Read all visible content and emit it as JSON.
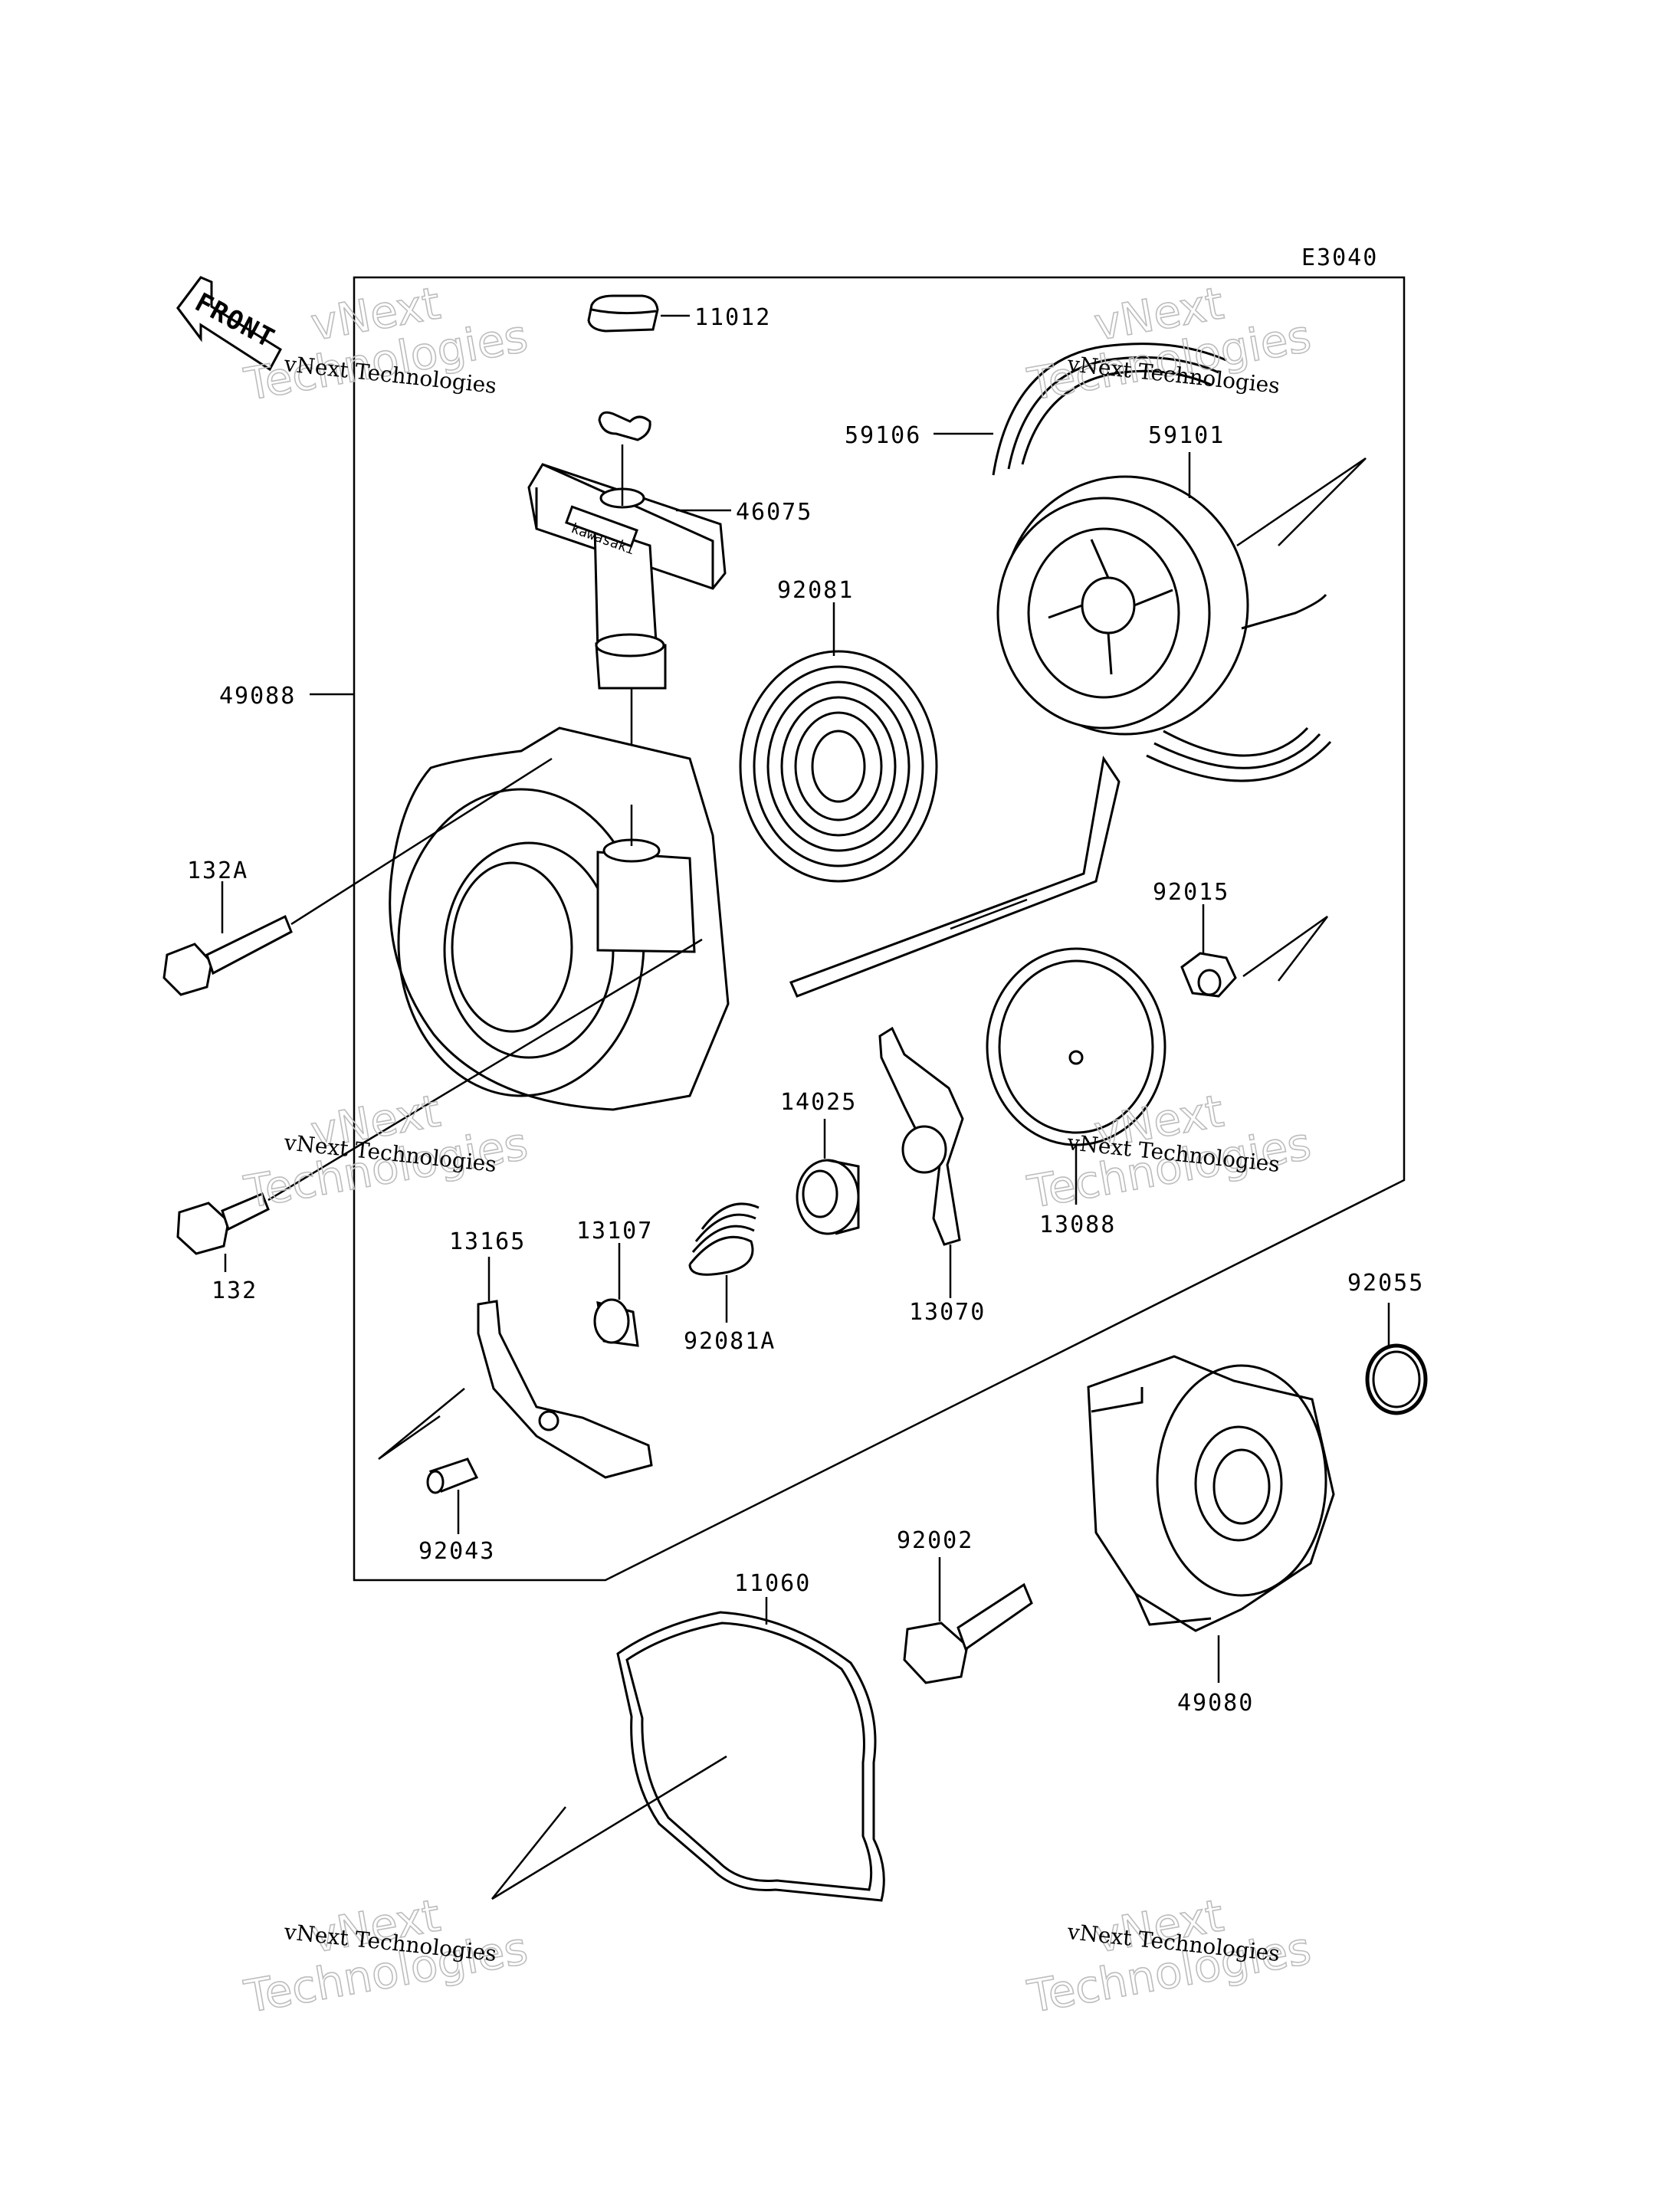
{
  "diagram_code": "E3040",
  "front_label": "FRONT",
  "brand_text": "kawasaki",
  "watermark": {
    "line1": "vNext Technologies",
    "line2": "vNext",
    "line3": "Technologies"
  },
  "labels": {
    "p11012": "11012",
    "p46075": "46075",
    "p59106": "59106",
    "p59101": "59101",
    "p92081": "92081",
    "p49088": "49088",
    "p132A": "132A",
    "p92015": "92015",
    "p14025": "14025",
    "p13088": "13088",
    "p132": "132",
    "p13165": "13165",
    "p13107": "13107",
    "p92081A": "92081A",
    "p13070": "13070",
    "p92055": "92055",
    "p92043": "92043",
    "p11060": "11060",
    "p92002": "92002",
    "p49080": "49080"
  }
}
